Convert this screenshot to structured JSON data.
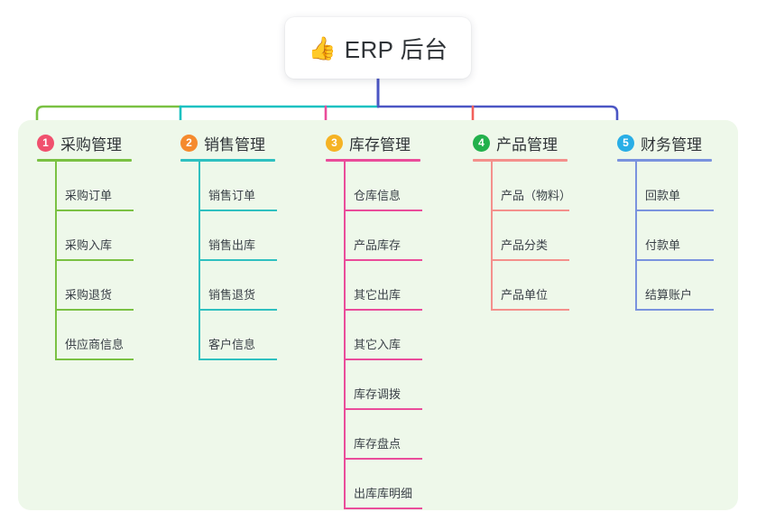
{
  "root": {
    "emoji": "👍",
    "emoji_name": "thumbs-up-icon",
    "title": "ERP 后台"
  },
  "panel": {
    "background_color": "#eef8ea"
  },
  "connector_colors": {
    "bus_left": "#7ac143",
    "bus_mid": "#17c1c1",
    "bus_right": "#4b56c4",
    "trunk": "#4b56c4",
    "drop_1": "#7ac143",
    "drop_2": "#17c1c1",
    "drop_3": "#ea4c9a",
    "drop_4": "#f2605b",
    "drop_5": "#5b7fe0"
  },
  "columns": [
    {
      "number": "1",
      "title": "采购管理",
      "badge_color": "#f0506e",
      "accent_color": "#7ac143",
      "items": [
        "采购订单",
        "采购入库",
        "采购退货",
        "供应商信息"
      ]
    },
    {
      "number": "2",
      "title": "销售管理",
      "badge_color": "#f58a2e",
      "accent_color": "#2fc0c0",
      "items": [
        "销售订单",
        "销售出库",
        "销售退货",
        "客户信息"
      ]
    },
    {
      "number": "3",
      "title": "库存管理",
      "badge_color": "#f5b324",
      "accent_color": "#ea4c9a",
      "items": [
        "仓库信息",
        "产品库存",
        "其它出库",
        "其它入库",
        "库存调拨",
        "库存盘点",
        "出库库明细"
      ]
    },
    {
      "number": "4",
      "title": "产品管理",
      "badge_color": "#22b14c",
      "accent_color": "#f4908c",
      "items": [
        "产品（物料）",
        "产品分类",
        "产品单位"
      ]
    },
    {
      "number": "5",
      "title": "财务管理",
      "badge_color": "#29aee6",
      "accent_color": "#7a93de",
      "items": [
        "回款单",
        "付款单",
        "结算账户"
      ]
    }
  ]
}
